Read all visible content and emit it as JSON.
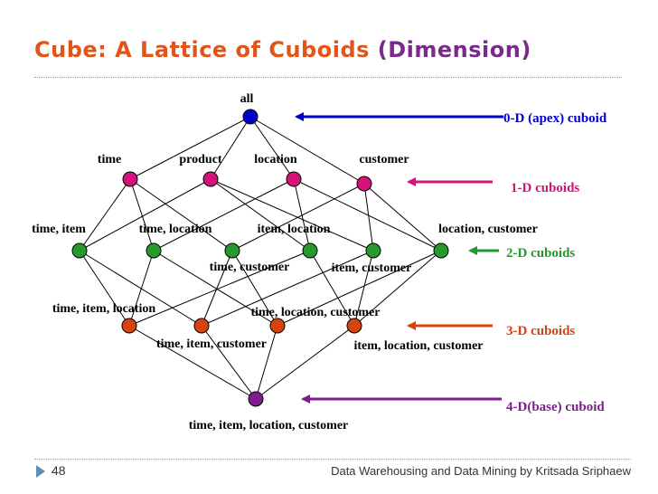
{
  "slide": {
    "title_main": "Cube: A Lattice of Cuboids",
    "title_sub": "(Dimension)",
    "page_number": "48",
    "footer": "Data Warehousing and Data Mining by Kritsada Sriphaew"
  },
  "colors": {
    "title": "#e25417",
    "title_sub": "#7a2a8a",
    "level0": "#0000cc",
    "level1": "#d4127a",
    "level2": "#249a2c",
    "level3": "#d6430d",
    "level4": "#7d1e8c"
  },
  "levels": [
    {
      "label": "0-D (apex) cuboid",
      "color": "#0000cc"
    },
    {
      "label": "1-D cuboids",
      "color": "#d4127a"
    },
    {
      "label": "2-D cuboids",
      "color": "#249a2c"
    },
    {
      "label": "3-D cuboids",
      "color": "#d6430d"
    },
    {
      "label": "4-D(base) cuboid",
      "color": "#7d1e8c"
    }
  ],
  "nodes": [
    {
      "id": "all",
      "label": "all",
      "level": 0
    },
    {
      "id": "t",
      "label": "time",
      "level": 1
    },
    {
      "id": "p",
      "label": "product",
      "level": 1
    },
    {
      "id": "l",
      "label": "location",
      "level": 1
    },
    {
      "id": "c",
      "label": "customer",
      "level": 1
    },
    {
      "id": "ti",
      "label": "time, item",
      "level": 2
    },
    {
      "id": "tl",
      "label": "time, location",
      "level": 2
    },
    {
      "id": "tc",
      "label": "time, customer",
      "level": 2
    },
    {
      "id": "il",
      "label": "item, location",
      "level": 2
    },
    {
      "id": "ic",
      "label": "item, customer",
      "level": 2
    },
    {
      "id": "lc",
      "label": "location, customer",
      "level": 2
    },
    {
      "id": "til",
      "label": "time, item, location",
      "level": 3
    },
    {
      "id": "tic",
      "label": "time, item, customer",
      "level": 3
    },
    {
      "id": "tlc",
      "label": "time, location, customer",
      "level": 3
    },
    {
      "id": "ilc",
      "label": "item, location, customer",
      "level": 3
    },
    {
      "id": "tilc",
      "label": "time, item, location, customer",
      "level": 4
    }
  ],
  "edges": [
    [
      "all",
      "t"
    ],
    [
      "all",
      "p"
    ],
    [
      "all",
      "l"
    ],
    [
      "all",
      "c"
    ],
    [
      "t",
      "ti"
    ],
    [
      "t",
      "tl"
    ],
    [
      "t",
      "tc"
    ],
    [
      "p",
      "ti"
    ],
    [
      "p",
      "il"
    ],
    [
      "p",
      "ic"
    ],
    [
      "l",
      "tl"
    ],
    [
      "l",
      "il"
    ],
    [
      "l",
      "lc"
    ],
    [
      "c",
      "tc"
    ],
    [
      "c",
      "ic"
    ],
    [
      "c",
      "lc"
    ],
    [
      "ti",
      "til"
    ],
    [
      "ti",
      "tic"
    ],
    [
      "tl",
      "til"
    ],
    [
      "tl",
      "tlc"
    ],
    [
      "tc",
      "tic"
    ],
    [
      "tc",
      "tlc"
    ],
    [
      "il",
      "til"
    ],
    [
      "il",
      "ilc"
    ],
    [
      "ic",
      "tic"
    ],
    [
      "ic",
      "ilc"
    ],
    [
      "lc",
      "tlc"
    ],
    [
      "lc",
      "ilc"
    ],
    [
      "til",
      "tilc"
    ],
    [
      "tic",
      "tilc"
    ],
    [
      "tlc",
      "tilc"
    ],
    [
      "ilc",
      "tilc"
    ]
  ]
}
